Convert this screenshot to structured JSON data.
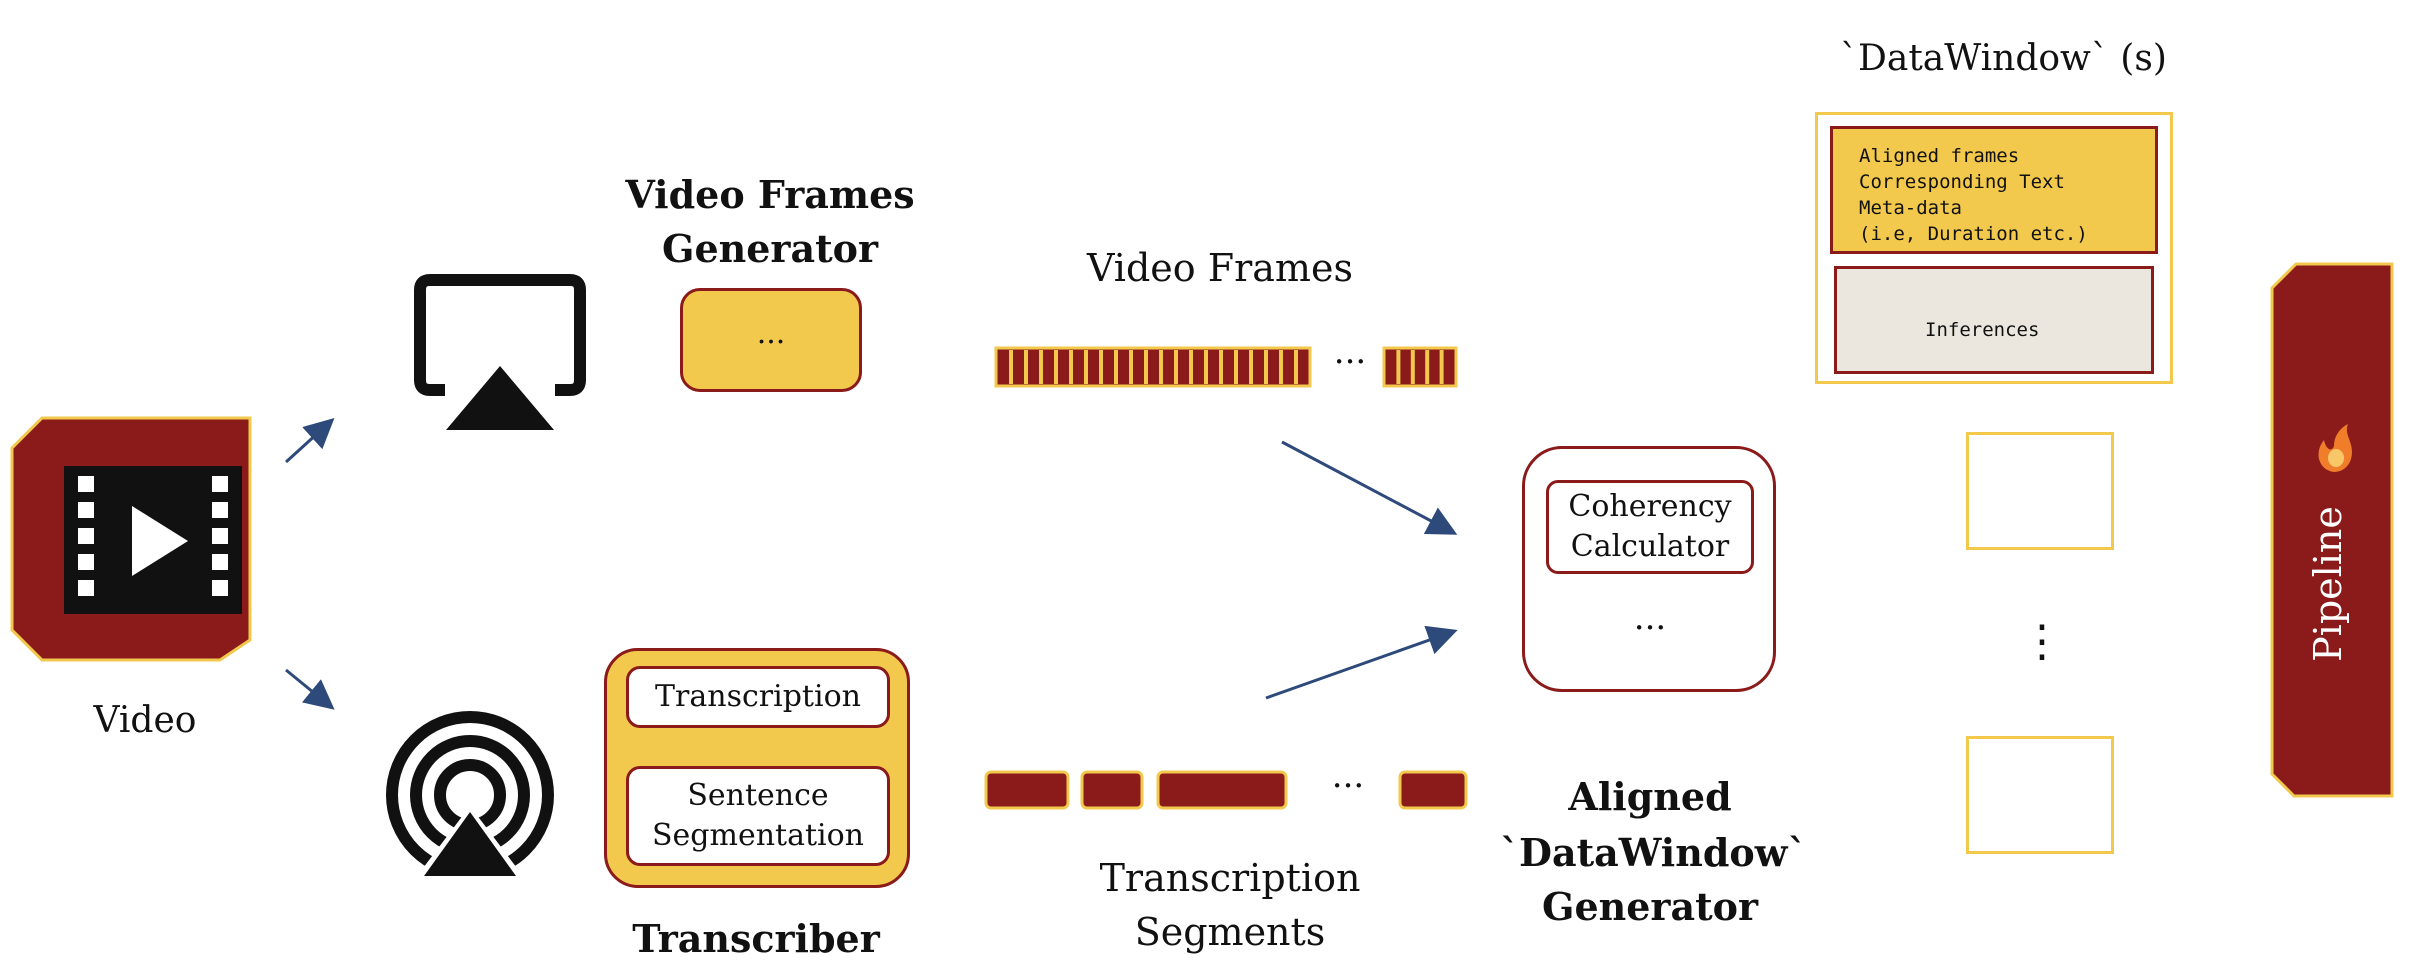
{
  "title": "`DataWindow` (s)",
  "nodes": {
    "video": {
      "label": "Video"
    },
    "video_frames_generator": {
      "label_line1": "Video Frames",
      "label_line2": "Generator",
      "content": "..."
    },
    "transcriber": {
      "label": "Transcriber",
      "step1": "Transcription",
      "step2_line1": "Sentence",
      "step2_line2": "Segmentation"
    },
    "video_frames_stream": {
      "label": "Video Frames",
      "ellipsis": "..."
    },
    "transcription_segments": {
      "label_line1": "Transcription",
      "label_line2": "Segments",
      "ellipsis": "..."
    },
    "aligned_generator": {
      "label_line1": "Aligned",
      "label_line2": "`DataWindow`",
      "label_line3": "Generator",
      "inner_line1": "Coherency",
      "inner_line2": "Calculator",
      "ellipsis": "..."
    },
    "datawindow": {
      "lines": [
        "Aligned frames",
        "Corresponding Text",
        "Meta-data",
        "(i.e, Duration etc.)"
      ],
      "inferences": "Inferences",
      "vertical_ellipsis": "⋮"
    },
    "pipeline": {
      "label": "Pipeline"
    }
  },
  "icons": [
    "video-film-icon",
    "screen-cast-icon",
    "audio-cast-icon",
    "flame-icon"
  ],
  "colors": {
    "maroon": "#8b1a1a",
    "gold": "#f2c94c",
    "arrow": "#2e4a7a",
    "dark": "#111111",
    "beige": "#ece7de"
  }
}
